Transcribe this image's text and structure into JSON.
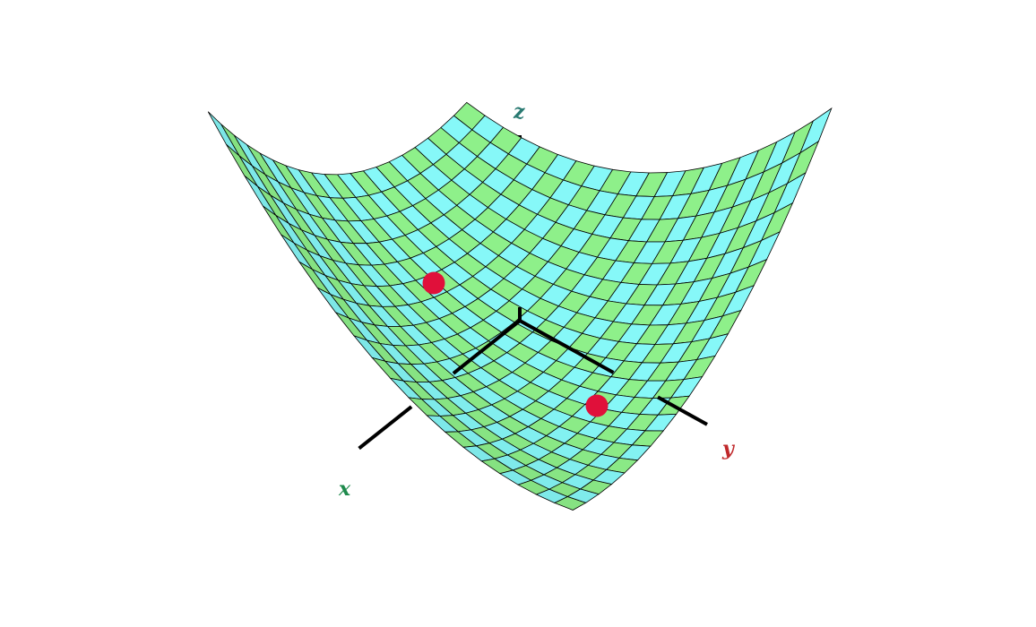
{
  "figure": {
    "description_type": "3d-surface-plot",
    "axes": {
      "x": {
        "label": "x",
        "color": "#1e8a4c"
      },
      "y": {
        "label": "y",
        "color": "#c0282b"
      },
      "z": {
        "label": "z",
        "color": "#2a7a72"
      }
    },
    "surface": {
      "color_a": "#8ef08a",
      "color_b": "#86f8f8",
      "edge_color": "#000000"
    },
    "markers": {
      "color": "#e0103a",
      "count": 2
    },
    "axis_line_color": "#000000"
  }
}
